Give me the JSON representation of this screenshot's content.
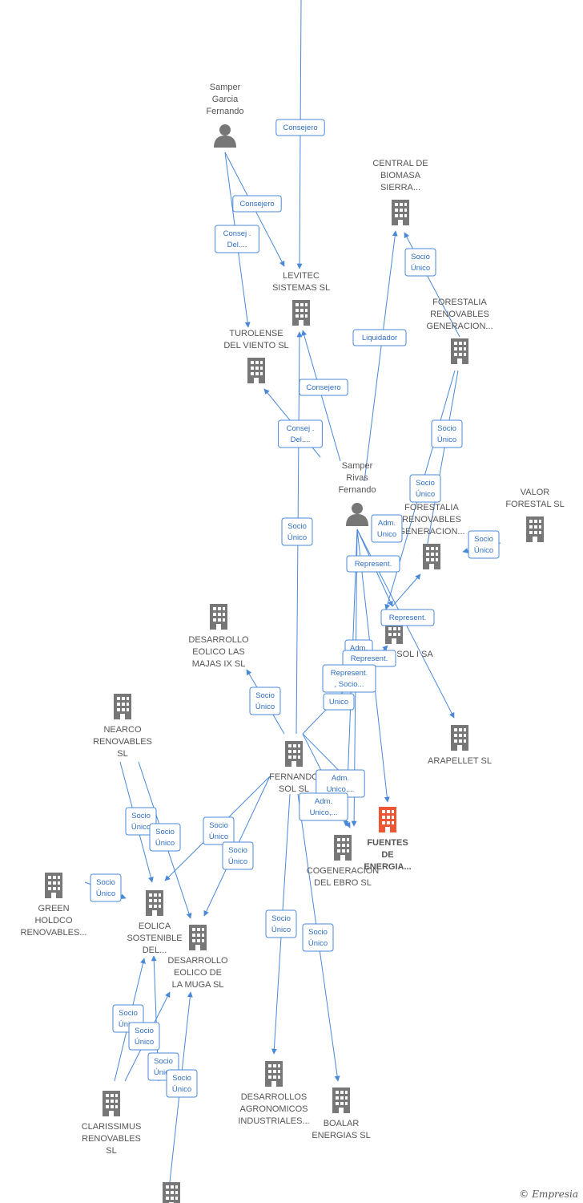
{
  "colors": {
    "edge": "#4a88d8",
    "building": "#777777",
    "target": "#ee5533",
    "person": "#777777"
  },
  "nodes": [
    {
      "id": "samper_garcia",
      "kind": "person",
      "label": [
        "Samper",
        "Garcia",
        "Fernando"
      ]
    },
    {
      "id": "levitec",
      "kind": "company",
      "label": [
        "LEVITEC",
        "SISTEMAS SL"
      ]
    },
    {
      "id": "turolense",
      "kind": "company",
      "label": [
        "TUROLENSE",
        "DEL VIENTO SL"
      ]
    },
    {
      "id": "central_biomasa",
      "kind": "company",
      "label": [
        "CENTRAL DE",
        "BIOMASA",
        "SIERRA..."
      ]
    },
    {
      "id": "forestalia_1",
      "kind": "company",
      "label": [
        "FORESTALIA",
        "RENOVABLES",
        "GENERACION..."
      ]
    },
    {
      "id": "samper_rivas",
      "kind": "person",
      "label": [
        "Samper",
        "Rivas",
        "Fernando"
      ]
    },
    {
      "id": "forestalia_2",
      "kind": "company",
      "label": [
        "FORESTALIA",
        "RENOVABLES",
        "GENERACION..."
      ]
    },
    {
      "id": "valor_forestal",
      "kind": "company",
      "label": [
        "VALOR",
        "FORESTAL SL"
      ]
    },
    {
      "id": "desarrollo_majas",
      "kind": "company",
      "label": [
        "DESARROLLO",
        "EOLICO LAS",
        "MAJAS IX SL"
      ]
    },
    {
      "id": "sol_i",
      "kind": "company",
      "label": [
        "SOL I SA"
      ]
    },
    {
      "id": "arapellet",
      "kind": "company",
      "label": [
        "ARAPELLET SL"
      ]
    },
    {
      "id": "nearco",
      "kind": "company",
      "label": [
        "NEARCO",
        "RENOVABLES",
        "SL"
      ]
    },
    {
      "id": "fernando_sol",
      "kind": "company",
      "label": [
        "FERNANDO",
        "SOL SL"
      ]
    },
    {
      "id": "fuentes",
      "kind": "target",
      "label": [
        "FUENTES",
        "DE",
        "ENERGIA..."
      ]
    },
    {
      "id": "cogeneracion",
      "kind": "company",
      "label": [
        "COGENERACION",
        "DEL EBRO SL"
      ]
    },
    {
      "id": "green_holdco",
      "kind": "company",
      "label": [
        "GREEN",
        "HOLDCO",
        "RENOVABLES..."
      ]
    },
    {
      "id": "eolica_sostenible",
      "kind": "company",
      "label": [
        "EOLICA",
        "SOSTENIBLE",
        "DEL..."
      ]
    },
    {
      "id": "desarrollo_muga",
      "kind": "company",
      "label": [
        "DESARROLLO",
        "EOLICO DE",
        "LA MUGA SL"
      ]
    },
    {
      "id": "desarrollos_agro",
      "kind": "company",
      "label": [
        "DESARROLLOS",
        "AGRONOMICOS",
        "INDUSTRIALES..."
      ]
    },
    {
      "id": "boalar",
      "kind": "company",
      "label": [
        "BOALAR",
        "ENERGIAS SL"
      ]
    },
    {
      "id": "clarissimus",
      "kind": "company",
      "label": [
        "CLARISSIMUS",
        "RENOVABLES",
        "SL"
      ]
    },
    {
      "id": "bottom_company",
      "kind": "company",
      "label": []
    }
  ],
  "badges": [
    [
      "Consejero"
    ],
    [
      "Consejero"
    ],
    [
      "Consej .",
      "Del...."
    ],
    [
      "Socio",
      "Único"
    ],
    [
      "Liquidador"
    ],
    [
      "Consejero"
    ],
    [
      "Consej .",
      "Del...."
    ],
    [
      "Socio",
      "Único"
    ],
    [
      "Socio",
      "Único"
    ],
    [
      "Socio",
      "Único"
    ],
    [
      "Adm.",
      "Unico"
    ],
    [
      "Socio",
      "Único"
    ],
    [
      "Represent."
    ],
    [
      "Represent."
    ],
    [
      "Adm."
    ],
    [
      "Represent."
    ],
    [
      "Represent.",
      ", Socio..."
    ],
    [
      "Unico"
    ],
    [
      "Socio",
      "Único"
    ],
    [
      "Adm.",
      "Unico,..."
    ],
    [
      "Adm.",
      "Unico,..."
    ],
    [
      "Socio",
      "Único"
    ],
    [
      "Socio",
      "Único"
    ],
    [
      "Socio",
      "Único"
    ],
    [
      "Socio",
      "Único"
    ],
    [
      "Socio",
      "Único"
    ],
    [
      "Socio",
      "Único"
    ],
    [
      "Socio",
      "Único"
    ],
    [
      "Socio",
      "Único"
    ],
    [
      "Socio",
      "Único"
    ],
    [
      "Socio",
      "Único"
    ],
    [
      "Socio",
      "Único"
    ],
    [
      "Socio",
      "Único"
    ]
  ],
  "brand": {
    "copyright": "©",
    "name": "Empresia"
  }
}
